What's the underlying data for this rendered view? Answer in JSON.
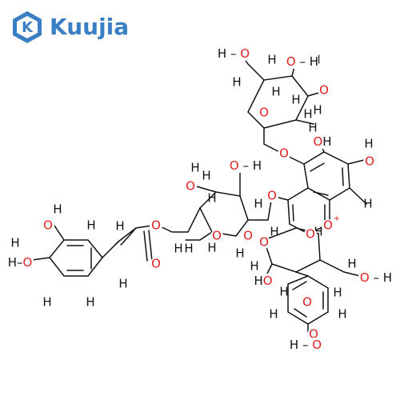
{
  "brand": {
    "name": "Kuujia",
    "mark": "K",
    "colors": {
      "brand": "#3a7fc3",
      "oxygen": "#e02020",
      "hydrogen": "#111111"
    }
  },
  "molecule": {
    "labels": {
      "O": "O",
      "H": "H",
      "OH": "O–H",
      "HO": "H–O",
      "charge": "+"
    }
  }
}
